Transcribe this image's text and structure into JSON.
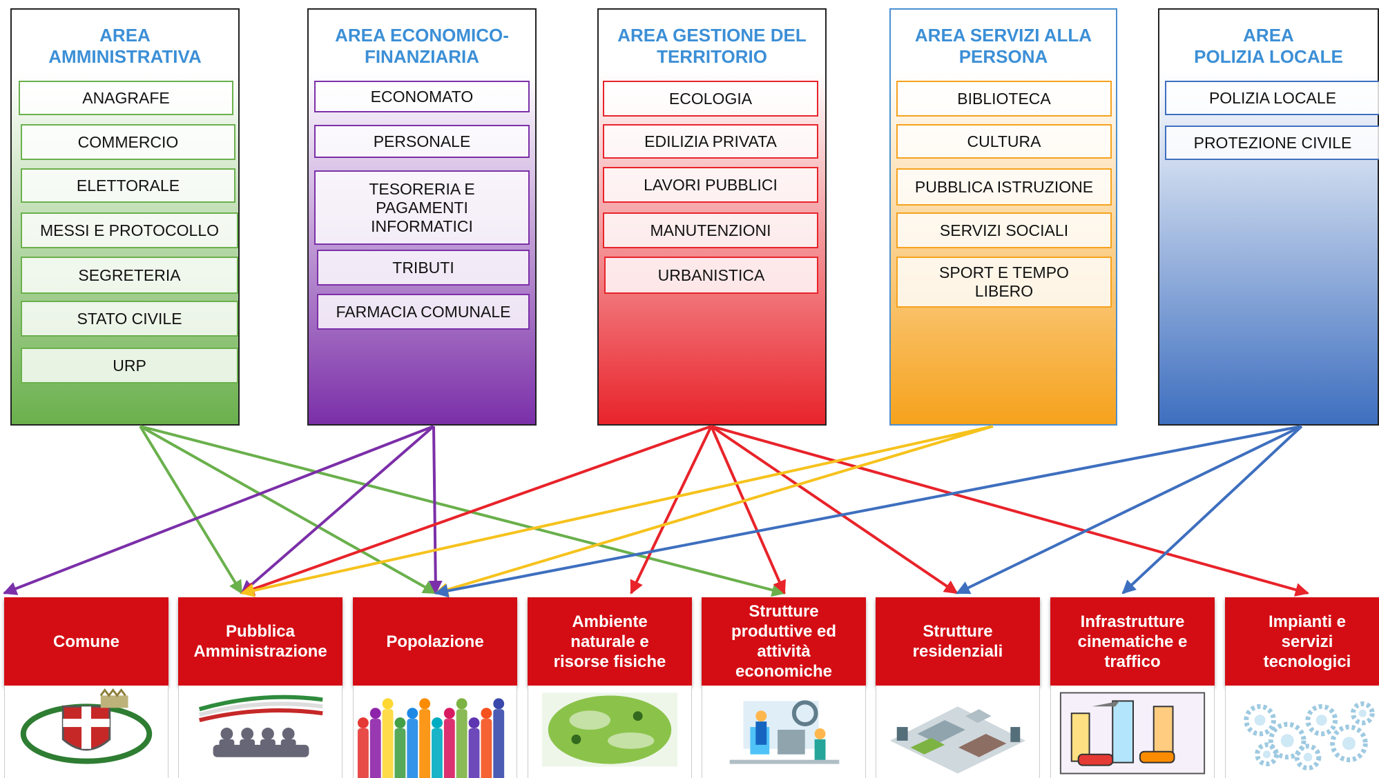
{
  "areas": [
    {
      "title": "AREA\nAMMINISTRATIVA",
      "color": "#6ab04c",
      "title_color": "#3c8fd6",
      "items": [
        "ANAGRAFE",
        "COMMERCIO",
        "ELETTORALE",
        "MESSI E PROTOCOLLO",
        "SEGRETERIA",
        "STATO CIVILE",
        "URP"
      ]
    },
    {
      "title": "AREA ECONOMICO-\nFINANZIARIA",
      "color": "#7b2fa8",
      "title_color": "#3c8fd6",
      "items": [
        "ECONOMATO",
        "PERSONALE",
        "TESORERIA E\nPAGAMENTI\nINFORMATICI",
        "TRIBUTI",
        "FARMACIA COMUNALE"
      ]
    },
    {
      "title": "AREA GESTIONE DEL\nTERRITORIO",
      "color": "#e8232a",
      "title_color": "#3c8fd6",
      "items": [
        "ECOLOGIA",
        "EDILIZIA PRIVATA",
        "LAVORI PUBBLICI",
        "MANUTENZIONI",
        "URBANISTICA"
      ]
    },
    {
      "title": "AREA SERVIZI ALLA\nPERSONA",
      "color": "#f6a21c",
      "title_color": "#3c8fd6",
      "items": [
        "BIBLIOTECA",
        "CULTURA",
        "PUBBLICA ISTRUZIONE",
        "SERVIZI SOCIALI",
        "SPORT E  TEMPO\nLIBERO"
      ]
    },
    {
      "title": "AREA\nPOLIZIA LOCALE",
      "color": "#3e6fbf",
      "title_color": "#3c8fd6",
      "items": [
        "POLIZIA LOCALE",
        "PROTEZIONE CIVILE"
      ]
    }
  ],
  "targets": [
    {
      "label": "Comune",
      "icon": "coat-of-arms-icon"
    },
    {
      "label": "Pubblica\nAmministrazione",
      "icon": "meeting-icon"
    },
    {
      "label": "Popolazione",
      "icon": "crowd-icon"
    },
    {
      "label": "Ambiente\nnaturale e\nrisorse fisiche",
      "icon": "green-globe-icon"
    },
    {
      "label": "Strutture\nproduttive ed\nattività\neconomiche",
      "icon": "industry-workers-icon"
    },
    {
      "label": "Strutture\nresidenziali",
      "icon": "city-blocks-icon"
    },
    {
      "label": "Infrastrutture\ncinematiche e\ntraffico",
      "icon": "traffic-icon"
    },
    {
      "label": "Impianti e\nservizi\ntecnologici",
      "icon": "gears-icon"
    }
  ],
  "connections": [
    {
      "from": 0,
      "to": 1,
      "color": "#6ab04c"
    },
    {
      "from": 0,
      "to": 2,
      "color": "#6ab04c"
    },
    {
      "from": 0,
      "to": 4,
      "color": "#6ab04c"
    },
    {
      "from": 1,
      "to": 0,
      "color": "#7b2fa8"
    },
    {
      "from": 1,
      "to": 1,
      "color": "#7b2fa8"
    },
    {
      "from": 1,
      "to": 2,
      "color": "#7b2fa8"
    },
    {
      "from": 2,
      "to": 1,
      "color": "#e8232a"
    },
    {
      "from": 2,
      "to": 3,
      "color": "#e8232a"
    },
    {
      "from": 2,
      "to": 4,
      "color": "#e8232a"
    },
    {
      "from": 2,
      "to": 5,
      "color": "#e8232a"
    },
    {
      "from": 2,
      "to": 7,
      "color": "#e8232a"
    },
    {
      "from": 3,
      "to": 1,
      "color": "#f6c21c"
    },
    {
      "from": 3,
      "to": 2,
      "color": "#f6c21c"
    },
    {
      "from": 4,
      "to": 2,
      "color": "#3e6fbf"
    },
    {
      "from": 4,
      "to": 5,
      "color": "#3e6fbf"
    },
    {
      "from": 4,
      "to": 6,
      "color": "#3e6fbf"
    }
  ]
}
